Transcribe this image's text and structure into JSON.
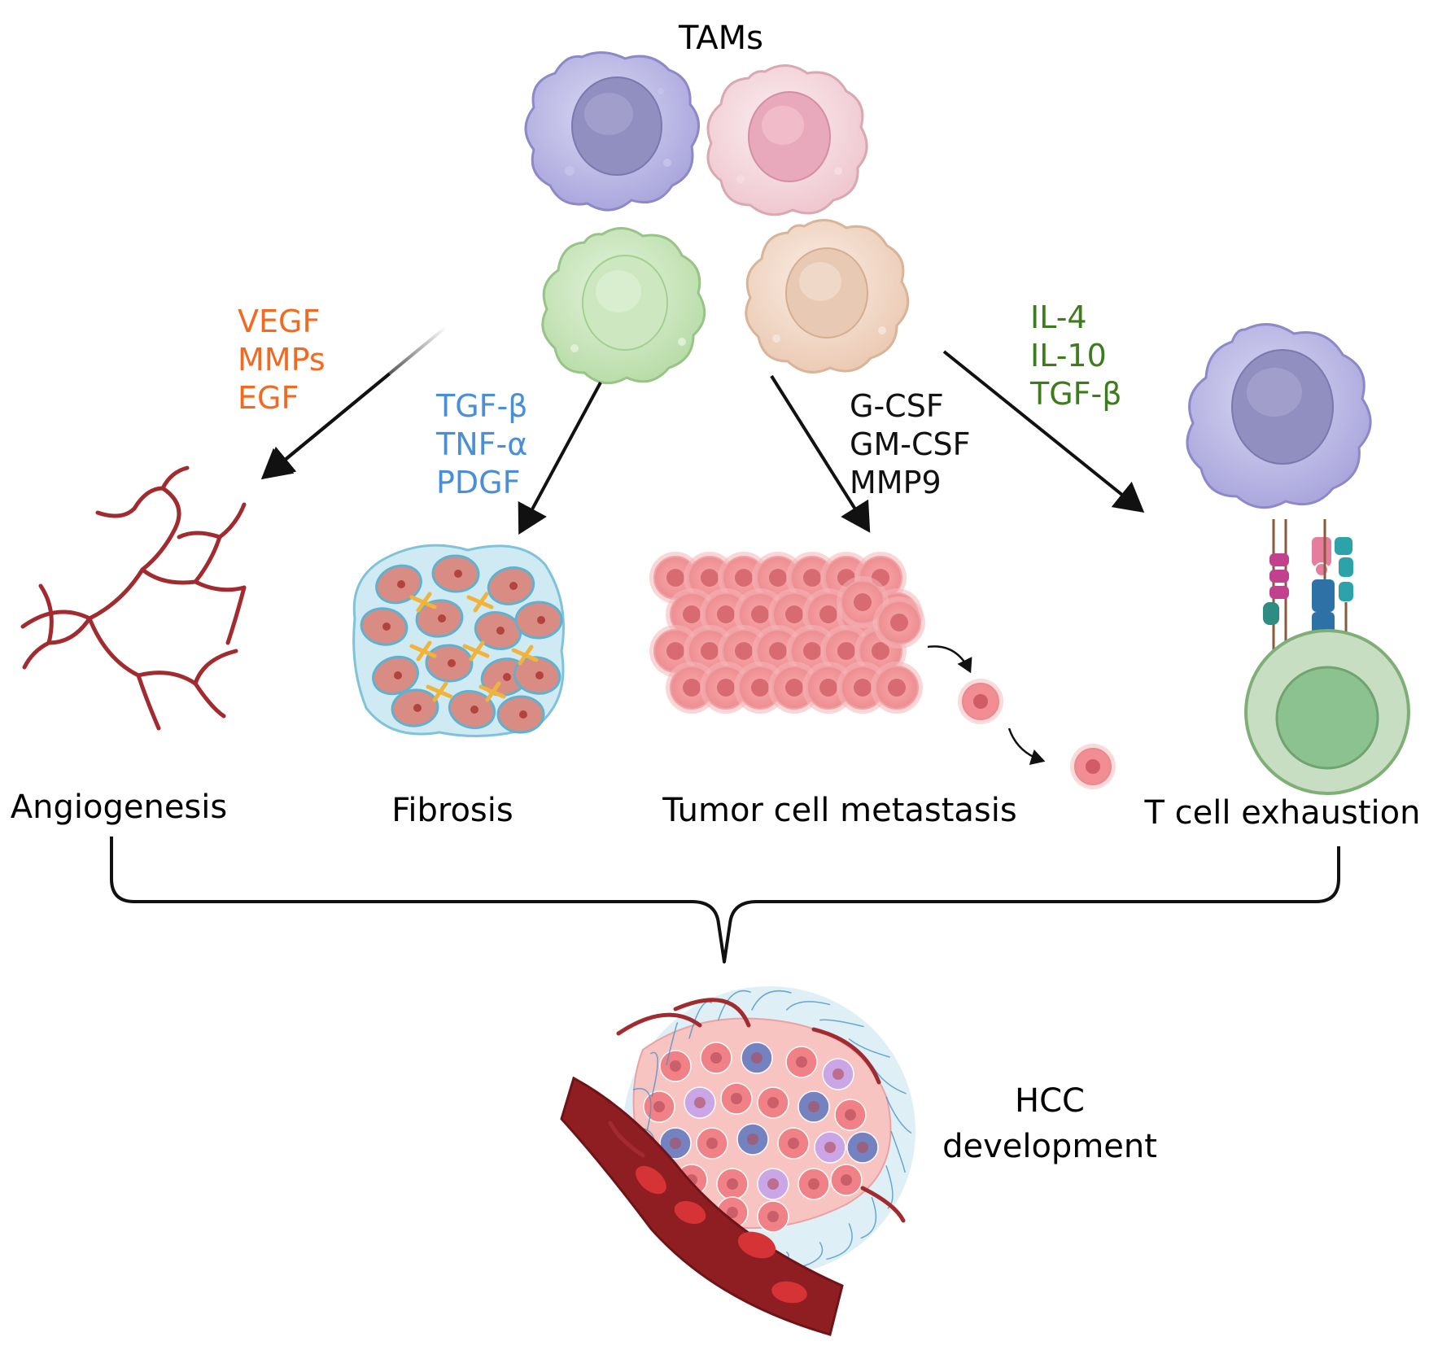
{
  "title": "TAMs",
  "colors": {
    "orange": "#F26A21",
    "blue": "#4A8FD6",
    "black": "#111111",
    "green": "#3E7A1E",
    "vessel": "#9E2A2B",
    "tumor": "#F2999C",
    "fibro_bg": "#CFEAF3",
    "tcell": "#C7DEC3"
  },
  "pathways": [
    {
      "factors": [
        "VEGF",
        "MMPs",
        "EGF"
      ],
      "outcome": "Angiogenesis",
      "color": "orange",
      "icon": "blood-vessel-network-icon"
    },
    {
      "factors": [
        "TGF-β",
        "TNF-α",
        "PDGF"
      ],
      "outcome": "Fibrosis",
      "color": "blue",
      "icon": "fibrotic-tissue-icon"
    },
    {
      "factors": [
        "G-CSF",
        "GM-CSF",
        "MMP9"
      ],
      "outcome": "Tumor cell metastasis",
      "color": "black",
      "icon": "tumor-cluster-icon"
    },
    {
      "factors": [
        "IL-4",
        "IL-10",
        "TGF-β"
      ],
      "outcome": "T cell exhaustion",
      "color": "green",
      "icon": "macrophage-t-cell-icon"
    }
  ],
  "result": {
    "line1": "HCC",
    "line2": "development"
  }
}
